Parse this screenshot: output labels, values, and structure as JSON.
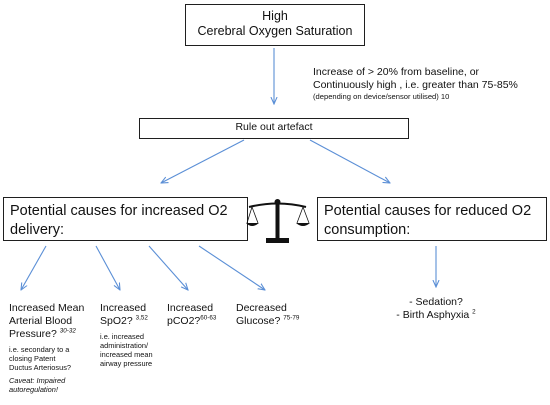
{
  "top_box": {
    "line1": "High",
    "line2": "Cerebral Oxygen Saturation"
  },
  "threshold_note": {
    "line1": "Increase of > 20% from baseline, or",
    "line2": "Continuously high , i.e. greater than 75-85%",
    "line3": "(depending on device/sensor utilised) 10"
  },
  "middle_box": {
    "label": "Rule out artefact"
  },
  "left_box": {
    "line1": "Potential causes for increased O2",
    "line2": "delivery:"
  },
  "right_box": {
    "line1": "Potential causes for reduced O2",
    "line2": "consumption:"
  },
  "balance_icon": "balance-scale-icon",
  "causes": [
    {
      "title_lines": [
        "Increased Mean",
        "Arterial Blood",
        "Pressure?"
      ],
      "sup": "30-32",
      "note_lines": [
        "i.e. secondary to a",
        "closing Patent",
        "Ductus Arteriosus?"
      ],
      "caveat_lines": [
        "Caveat: Impaired",
        "autoregulation!"
      ]
    },
    {
      "title_lines": [
        "Increased",
        "SpO2?"
      ],
      "sup": "3,52",
      "note_lines": [
        "i.e. increased",
        "administration/",
        "increased mean",
        "airway pressure"
      ]
    },
    {
      "title_lines": [
        "Increased",
        "pCO2?"
      ],
      "sup": "60-63"
    },
    {
      "title_lines": [
        "Decreased",
        "Glucose?"
      ],
      "sup": "75-79"
    }
  ],
  "reduced_consumption": {
    "item1": "- Sedation?",
    "item2": "- Birth Asphyxia",
    "item2_sup": "2"
  }
}
